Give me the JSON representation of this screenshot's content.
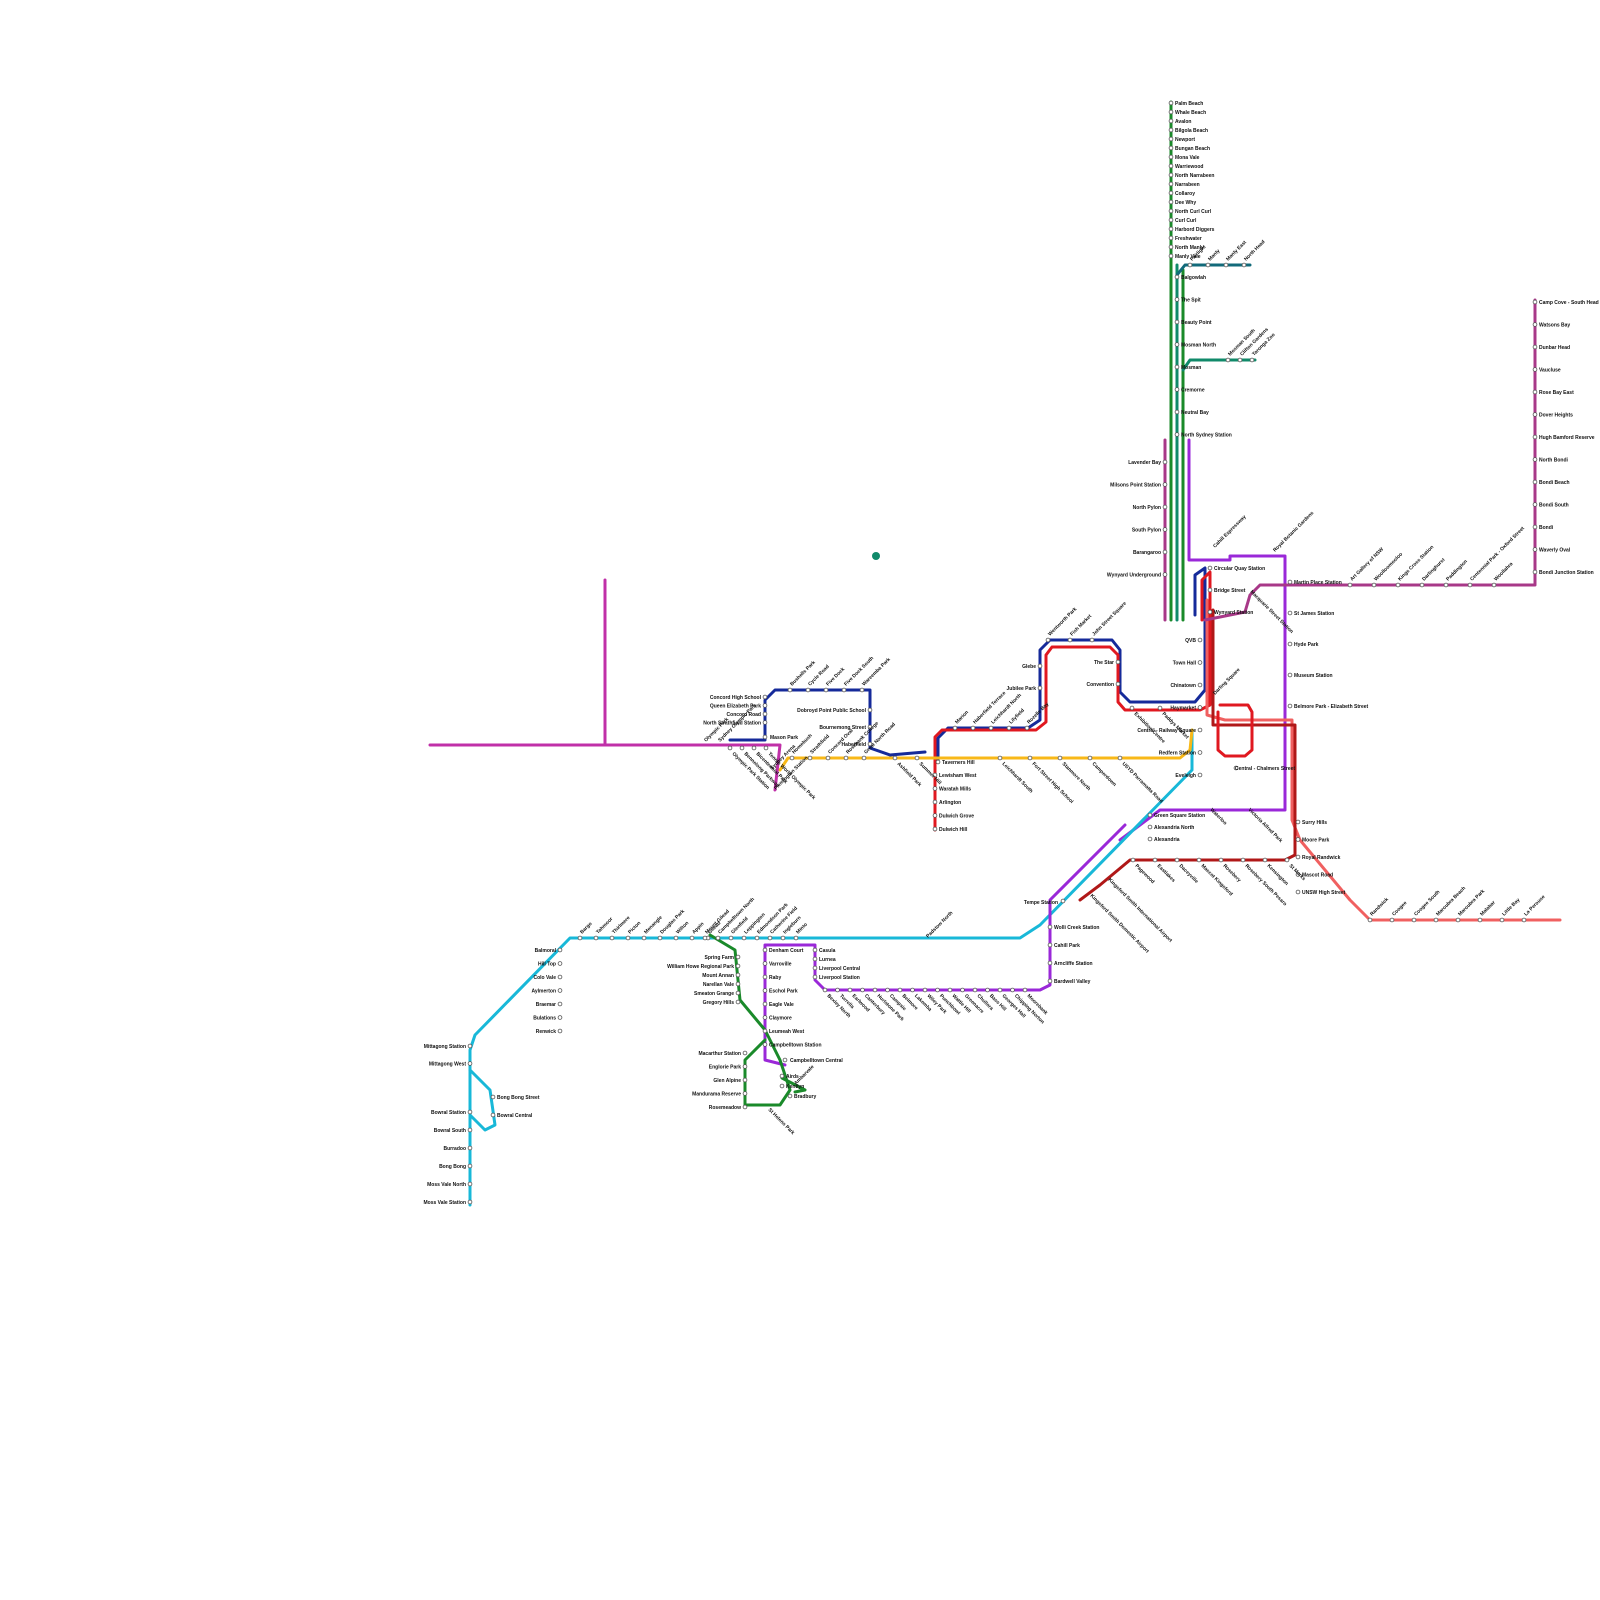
{
  "colors": {
    "green": "#1a8a2a",
    "teal": "#108a6a",
    "petrol": "#126a7a",
    "navy": "#152a9a",
    "red": "#e01820",
    "darkred": "#b01818",
    "salmon": "#f06060",
    "purple": "#9a28d8",
    "magenta": "#c030a8",
    "plum": "#a83888",
    "yellow": "#f8b818",
    "cyan": "#18b8d8"
  },
  "stations": {
    "northern_beaches": [
      "Palm Beach",
      "Whale Beach",
      "Avalon",
      "Bilgola Beach",
      "Newport",
      "Bungan Beach",
      "Mona Vale",
      "Warriewood",
      "North Narrabeen",
      "Narrabeen",
      "Collaroy",
      "Dee Why",
      "North Curl Curl",
      "Curl Curl",
      "Harbord Diggers",
      "Freshwater",
      "North Manly",
      "Manly Vale"
    ],
    "north_shore": [
      "Balgowlah",
      "The Spit",
      "Beauty Point",
      "Mosman North",
      "Mosman",
      "Cremorne",
      "Neutral Bay",
      "North Sydney Station"
    ],
    "north_shore_left": [
      "Lavender Bay",
      "Milsons Point Station",
      "North Pylon",
      "South Pylon",
      "Barangaroo",
      "Wynyard Underground"
    ],
    "manly_branch": [
      "Fairlight",
      "Manly",
      "Manly East",
      "North Head"
    ],
    "mosman_branch": [
      "Mosman South",
      "Clifton Gardens",
      "Taronga Zoo"
    ],
    "cbd_right": [
      "Circular Quay Station",
      "Bridge Street",
      "Wynyard Station"
    ],
    "cbd_left": [
      "QVB",
      "Town Hall",
      "Chinatown",
      "Haymarket",
      "Central - Railway Square",
      "Redfern Station",
      "Eveleigh"
    ],
    "cbd_misc": [
      "Royal Botanic Gardens",
      "Cahill Expressway",
      "Macquarie Street Station",
      "Darling Square"
    ],
    "central": "Central - Chalmers Street",
    "eastern_suburbs": [
      "Martin Place Station",
      "St James Station",
      "Hyde Park",
      "Museum Station",
      "Belmore Park - Elizabeth Street"
    ],
    "martin_place_east": [
      "Art Gallery of NSW",
      "Woolloomooloo",
      "Kings Cross Station",
      "Darlinghurst",
      "Paddington",
      "Centennial Park - Oxford Street",
      "Woollahra"
    ],
    "bondi_line": [
      "Camp Cove - South Head",
      "Watsons Bay",
      "Dunbar Head",
      "Vaucluse",
      "Rose Bay East",
      "Dover Heights",
      "Hugh Bamford Reserve",
      "North Bondi",
      "Bondi Beach",
      "Bondi South",
      "Bondi",
      "Waverly Oval",
      "Bondi Junction Station"
    ],
    "south_east": [
      "Surry Hills",
      "Moore Park",
      "Royal Randwick",
      "Mascot Road",
      "UNSW High Street",
      "Randwick",
      "Coogee",
      "Coogee South",
      "Maroubra Beach",
      "Maroubra Park",
      "Malabar",
      "Little Bay",
      "La Perouse"
    ],
    "south_east_red": [
      "St Marks",
      "Kensington",
      "Rosebery South Pesaro",
      "Rosebery",
      "Mascot Kingsford",
      "Daceyville",
      "Eastlakes",
      "Pagewood",
      "Kingsford Smith International Airport",
      "Kingsford Smith Domestic Airport"
    ],
    "green_square": [
      "Green Square Station",
      "Alexandria North",
      "Alexandria",
      "Waterloo",
      "Victoria Alfred Park",
      "Tempe Station"
    ],
    "inner_west": [
      "Glebe",
      "Jubilee Park",
      "Wentworth Park",
      "Fish Market",
      "John Street Square",
      "The Star",
      "Convention",
      "Exhibition Centre",
      "Paddys Market",
      "Rozelle Bay",
      "Lilyfield",
      "Leichhardt North",
      "Haberfield Terrace",
      "Marion"
    ],
    "yellow_line": [
      "Taverners Hill",
      "Ashfield Park",
      "Summer Hill",
      "Leichhardt South",
      "Fort Street High School",
      "Stanmore North",
      "Camperdown",
      "USYD Parramatta Road"
    ],
    "red_branch": [
      "Lewisham West",
      "Waratah Mills",
      "Arlington",
      "Dulwich Grove",
      "Dulwich Hill"
    ],
    "navy_west": [
      "Concord High School",
      "Queen Elizabeth Park",
      "Concord Road",
      "North Strathfield Station",
      "Mason Park",
      "Bushells Park",
      "Cycle Road",
      "Five Dock",
      "Five Dock South",
      "Wareemba Park",
      "Dobroyd Point Public School",
      "Bournemong Street",
      "Haberfield"
    ],
    "olympic": [
      "Olympic Park Station",
      "Bennelong Parkway",
      "Bicentennial Park",
      "Tennis World Olympic Park",
      "Sydney Arena",
      "Flemington Station"
    ],
    "yellow_west": [
      "Homebush",
      "Strathfield",
      "Concord Oval",
      "Rosebank College",
      "Great North Road"
    ],
    "airport": [
      "Wolli Creek Station",
      "Cahill Park",
      "Arncliffe Station",
      "Bardwell Valley"
    ],
    "purple_south": [
      "Bexley North",
      "Turrella",
      "Earlwood",
      "Canterbury",
      "Hurlstone Park",
      "Campsie",
      "Belmore",
      "Lakemba",
      "Wiley Park",
      "Punchbowl",
      "Wattle Hill",
      "Greenacre",
      "Chullora",
      "Bass Hill",
      "Georges Hall",
      "Chipping Norton",
      "Moorebank"
    ],
    "liverpool": [
      "Casula",
      "Lurnea",
      "Liverpool Central",
      "Liverpool Station"
    ],
    "south_west": [
      "Denham Court",
      "Varroville",
      "Raby",
      "Eschol Park",
      "Eagle Vale",
      "Claymore",
      "Leumeah West",
      "Campbelltown Station",
      "Campbelltown Central"
    ],
    "macarthur": [
      "Spring Farm",
      "William Howe Regional Park",
      "Mount Annan",
      "Narellan Vale",
      "Smeaton Grange",
      "Gregory Hills",
      "Macarthur Station",
      "Englorie Park",
      "Glen Alpine",
      "Mandurama Reserve",
      "Rosemeadow",
      "St Helens Park",
      "Bradbury",
      "Ambarvale",
      "Airds",
      "Kentlyn"
    ],
    "highlands": [
      "Balmoral",
      "Hill Top",
      "Colo Vale",
      "Aylmerton",
      "Braemar",
      "Bulations",
      "Renwick",
      "Mittagong Station",
      "Mittagong West",
      "Bong Bong Street",
      "Bowral Central",
      "Bowral Station",
      "Bowral South",
      "Burradoo",
      "Bong Bong",
      "Moss Vale North",
      "Moss Vale Station"
    ],
    "macarthur_west": [
      "Bargo",
      "Tahmoor",
      "Thirlmere",
      "Picton",
      "Menangle",
      "Douglas Park",
      "Wilton",
      "Appin",
      "Gilead",
      "Mount Gilead",
      "Campbelltown North",
      "Glenfield",
      "Leppington",
      "Edmondson Park",
      "Catherine Field",
      "Ingleburn",
      "Minto"
    ],
    "fairfield": "Padstow North",
    "cyan_labels": [
      "Olympic Park",
      "Sydney Olympic Park"
    ]
  }
}
